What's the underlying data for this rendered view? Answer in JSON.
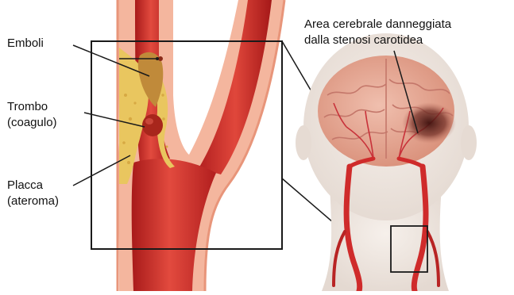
{
  "labels": {
    "emboli": "Emboli",
    "thrombus_line1": "Trombo",
    "thrombus_line2": "(coagulo)",
    "plaque_line1": "Placca",
    "plaque_line2": "(ateroma)",
    "brain_line1": "Area cerebrale danneggiata",
    "brain_line2": "dalla stenosi carotidea"
  },
  "colors": {
    "artery_red": "#cf2b2b",
    "artery_dark": "#9e1414",
    "vessel_wall": "#f0a689",
    "plaque_yellow": "#e8c25a",
    "emboli_brown": "#b67a2e",
    "thrombus": "#a4261b",
    "skin": "#efe7e1",
    "brain": "#e6a993",
    "damaged_area": "#5a1f19"
  }
}
